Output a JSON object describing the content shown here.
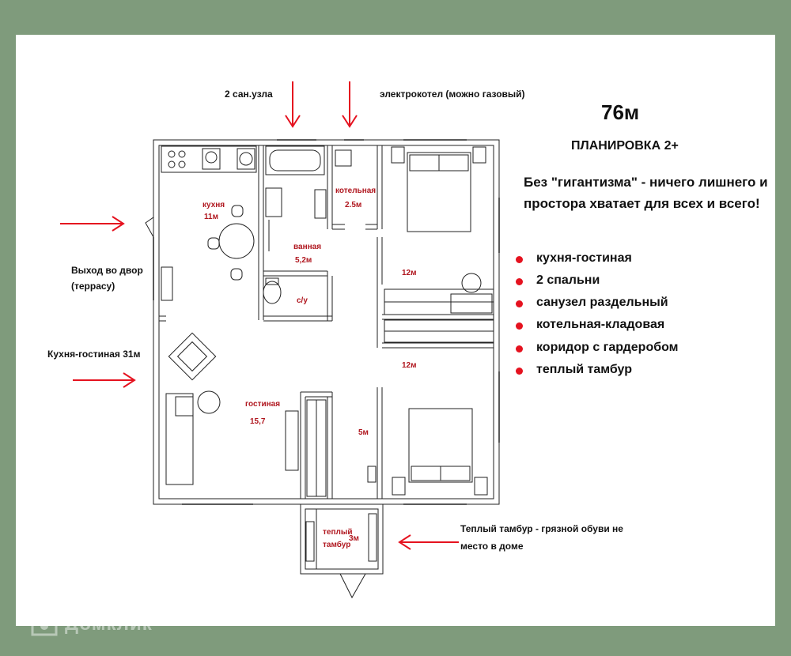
{
  "heading": {
    "area": "76м",
    "layout": "ПЛАНИРОВКА  2+",
    "tagline_1": "Без \"гигантизма\" - ничего лишнего и",
    "tagline_2": "простора хватает  для всех и всего!"
  },
  "features": [
    "кухня-гостиная",
    "2 спальни",
    "санузел раздельный",
    "котельная-кладовая",
    "коридор с гардеробом",
    "теплый тамбур"
  ],
  "annotations": {
    "bathrooms": "2 сан.узла",
    "boiler": "электрокотел (можно газовый)",
    "exit_1": "Выход  во двор",
    "exit_2": "(террасу)",
    "kitchen_living": "Кухня-гостиная 31м",
    "vestibule_1": "Теплый тамбур - грязной обуви не",
    "vestibule_2": "место в доме"
  },
  "rooms": {
    "kitchen": "кухня",
    "kitchen_area": "11м",
    "boiler_room": "котельная",
    "boiler_area": "2.5м",
    "bathroom": "ванная",
    "bathroom_area": "5,2м",
    "wc": "с/у",
    "bedroom1_area": "12м",
    "bedroom2_area": "12м",
    "living": "гостиная",
    "living_area": "15,7",
    "corridor_area": "5м",
    "vestibule": "теплый",
    "vestibule_2": "тамбур",
    "vestibule_area": "3м"
  },
  "watermark": "Домклик",
  "colors": {
    "frame": "#7f9b7c",
    "arrow": "#e5121f",
    "room_label": "#b0171f"
  }
}
